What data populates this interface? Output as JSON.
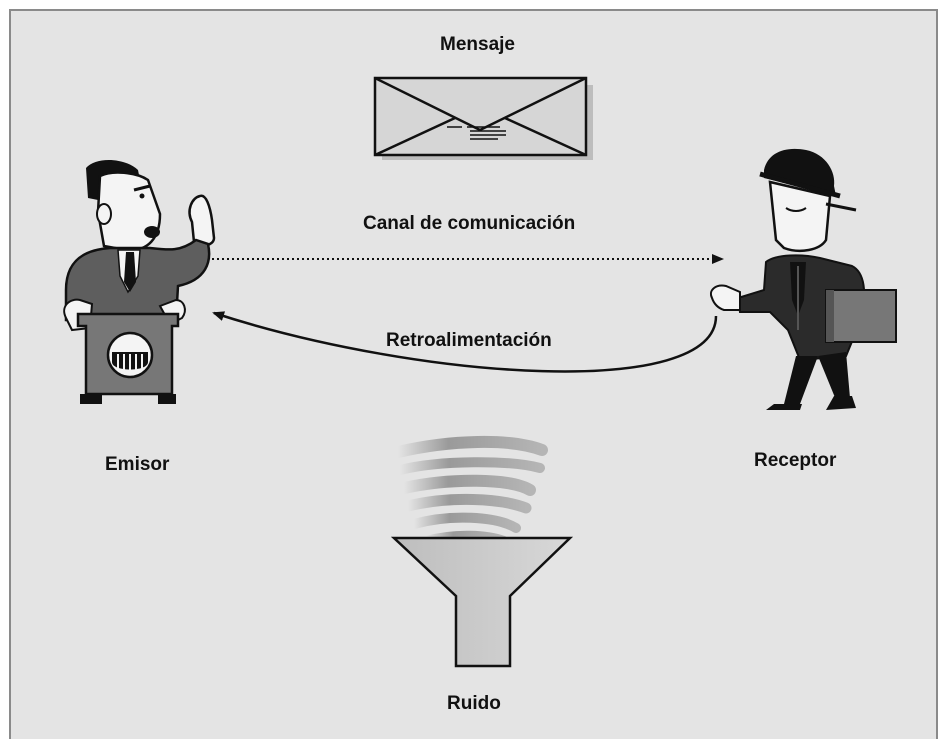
{
  "labels": {
    "message": "Mensaje",
    "channel": "Canal de comunicación",
    "feedback": "Retroalimentación",
    "sender": "Emisor",
    "receiver": "Receptor",
    "noise": "Ruido"
  },
  "icons": {
    "message": "envelope-icon",
    "sender": "speaker-at-podium",
    "receiver": "man-with-hat-and-book",
    "noise": "funnel-with-waves"
  },
  "colors": {
    "background": "#e4e4e4",
    "border": "#8a8a8a",
    "ink": "#111111"
  }
}
